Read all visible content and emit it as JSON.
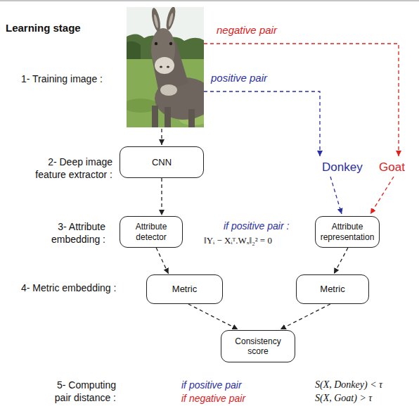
{
  "diagram": {
    "title": "Learning stage",
    "nodes": [
      {
        "text": [
          "CNN"
        ]
      },
      {
        "text": [
          "Attribute detector"
        ]
      },
      {
        "text": [
          "Attribute representation"
        ]
      },
      {
        "text": [
          "Metric"
        ]
      },
      {
        "text": [
          "Metric"
        ]
      },
      {
        "text": [
          "Consistency score"
        ]
      }
    ],
    "edges": [
      {
        "from": 0,
        "to": 1,
        "arrow": "to"
      },
      {
        "from": 1,
        "to": 3,
        "arrow": "to"
      },
      {
        "from": 2,
        "to": 4,
        "arrow": "to"
      },
      {
        "from": 3,
        "to": 5,
        "arrow": "to"
      },
      {
        "from": 4,
        "to": 5,
        "arrow": "to"
      }
    ],
    "labels": [
      "1- Training image :",
      "2- Deep image feature extractor :",
      "3- Attribute embedding :",
      "4- Metric embedding :",
      "5- Computing pair distance :",
      "negative pair",
      "positive pair",
      "Donkey",
      "Goat",
      "if positive pair :",
      "‖Yᵢ − Xᵢᵀ.Wₓ‖₂² = 0",
      "if positive pair",
      "if negative pair",
      "S(X, Donkey) < τ",
      "S(X, Goat) > τ"
    ]
  }
}
